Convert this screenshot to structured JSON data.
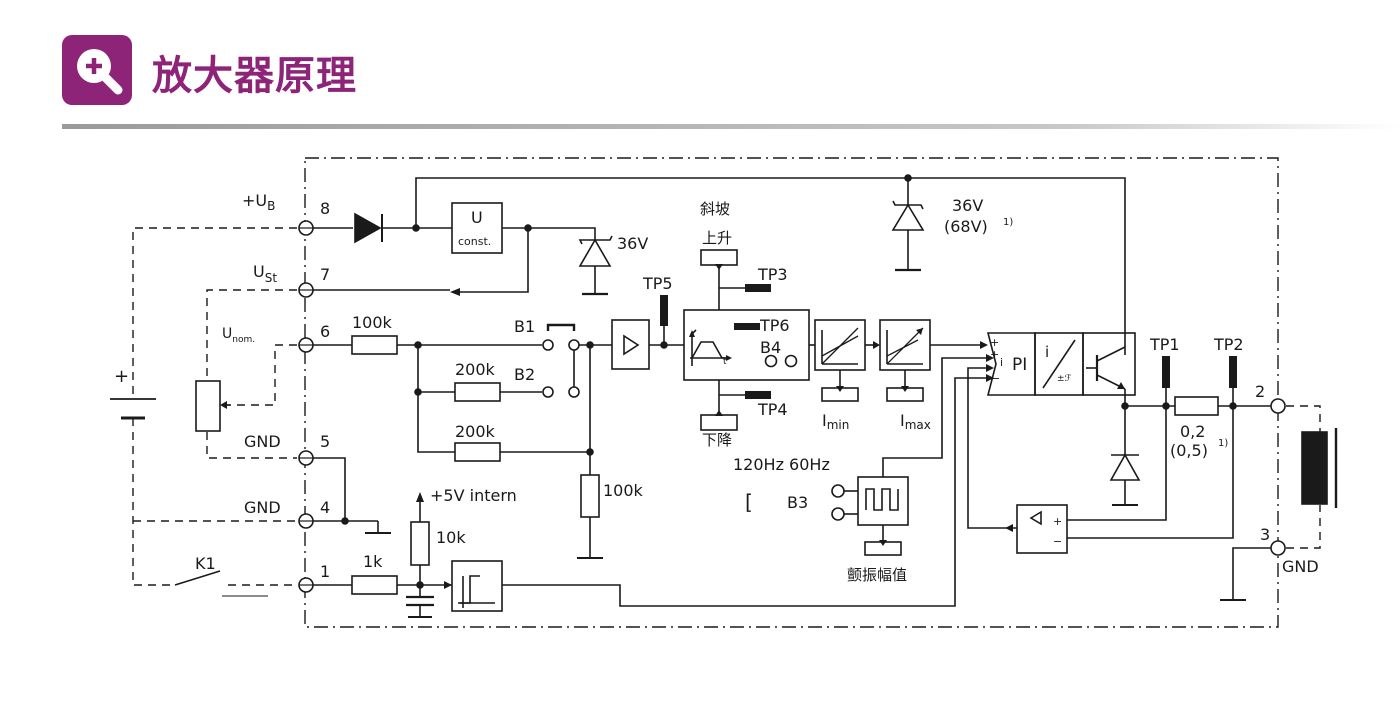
{
  "header": {
    "title": "放大器原理",
    "icon": "zoom-in-icon",
    "accent_color": "#8e2477"
  },
  "diagram": {
    "terminals": {
      "t8": "8",
      "t7": "7",
      "t6": "6",
      "t5": "5",
      "t4": "4",
      "t1": "1",
      "t2": "2",
      "t3": "3"
    },
    "signals": {
      "ub_main": "+U",
      "ub_sub": "B",
      "ust_main": "U",
      "ust_sub": "St",
      "unom_main": "U",
      "unom_sub": "nom.",
      "gnd5": "GND",
      "gnd4": "GND",
      "gnd_out": "GND",
      "k1": "K1",
      "battery_plus": "+",
      "intern": "+5V  intern"
    },
    "components": {
      "uconst_top": "U",
      "uconst_bottom": "const.",
      "zener_36v": "36V",
      "zener_top_line1": "36V",
      "zener_top_line2": "(68V)",
      "footnote_mark": "1)",
      "r_100k_input": "100k",
      "r_200k_b2": "200k",
      "r_200k_low": "200k",
      "r_100k_shunt": "100k",
      "r_1k": "1k",
      "r_10k": "10k",
      "shunt_value": "0,2",
      "shunt_alt": "(0,5)",
      "pi_label": "PI",
      "i_label": "i"
    },
    "switches": {
      "b1": "B1",
      "b2": "B2",
      "b3": "B3",
      "b4": "B4",
      "bracket": "["
    },
    "testpoints": {
      "tp1": "TP1",
      "tp2": "TP2",
      "tp3": "TP3",
      "tp4": "TP4",
      "tp5": "TP5",
      "tp6": "TP6"
    },
    "adjustments": {
      "ramp_title": "斜坡",
      "ramp_up": "上升",
      "ramp_down": "下降",
      "imin_main": "I",
      "imin_sub": "min",
      "imax_main": "I",
      "imax_sub": "max",
      "dither_freq": "120Hz 60Hz",
      "dither_amplitude": "颤振幅值"
    }
  }
}
